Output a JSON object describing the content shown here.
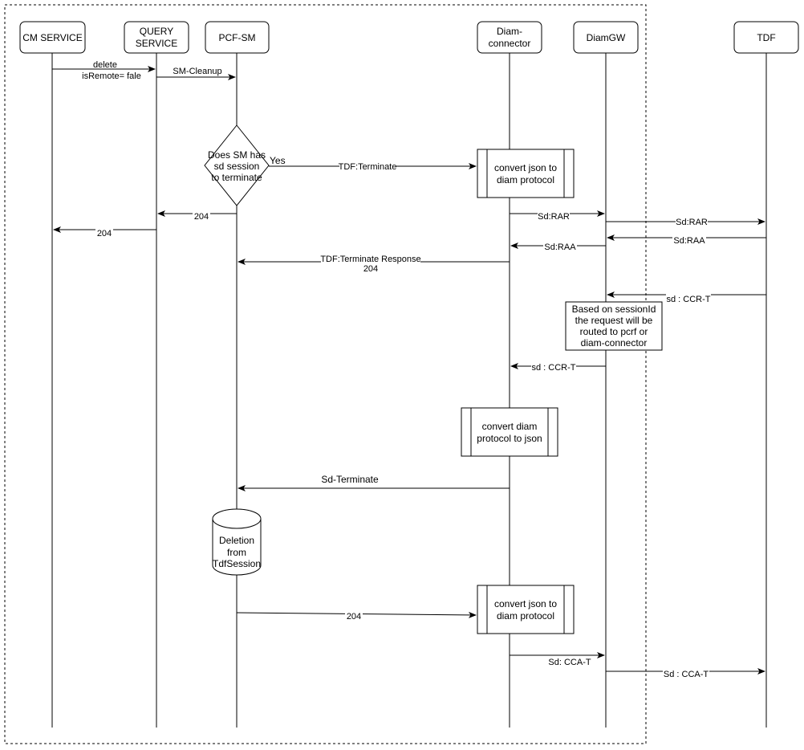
{
  "participants": [
    {
      "id": "cm",
      "label": [
        "CM SERVICE"
      ]
    },
    {
      "id": "query",
      "label": [
        "QUERY",
        "SERVICE"
      ]
    },
    {
      "id": "pcf",
      "label": [
        "PCF-SM"
      ]
    },
    {
      "id": "diamconn",
      "label": [
        "Diam-",
        "connector"
      ]
    },
    {
      "id": "diamgw",
      "label": [
        "DiamGW"
      ]
    },
    {
      "id": "tdf",
      "label": [
        "TDF"
      ]
    }
  ],
  "messages": {
    "delete_1": "delete",
    "delete_2": "isRemote= fale",
    "sm_cleanup": "SM-Cleanup",
    "yes": "Yes",
    "tdf_terminate": "TDF:Terminate",
    "r204_pcf_query": "204",
    "r204_query_cm": "204",
    "sd_rar_1": "Sd:RAR",
    "sd_rar_2": "Sd:RAR",
    "sd_raa_1": "Sd:RAA",
    "sd_raa_2": "Sd:RAA",
    "tdf_terminate_resp_1": "TDF:Terminate Response",
    "tdf_terminate_resp_2": "204",
    "sd_ccrt_1": "sd : CCR-T",
    "sd_ccrt_2": "sd : CCR-T",
    "sd_terminate": "Sd-Terminate",
    "r204_pcf_conn": "204",
    "sd_ccat_1": "Sd: CCA-T",
    "sd_ccat_2": "Sd : CCA-T"
  },
  "decision": [
    "Does SM has",
    "sd session",
    "to terminate"
  ],
  "processes": {
    "convert1": [
      "convert json to",
      "diam protocol"
    ],
    "convert2": [
      "convert diam",
      "protocol to json"
    ],
    "convert3": [
      "convert json to",
      "diam protocol"
    ]
  },
  "note": [
    "Based on sessionId",
    "the request will be",
    "routed to pcrf or",
    "diam-connector"
  ],
  "database": [
    "Deletion",
    "from",
    "TdfSession"
  ]
}
